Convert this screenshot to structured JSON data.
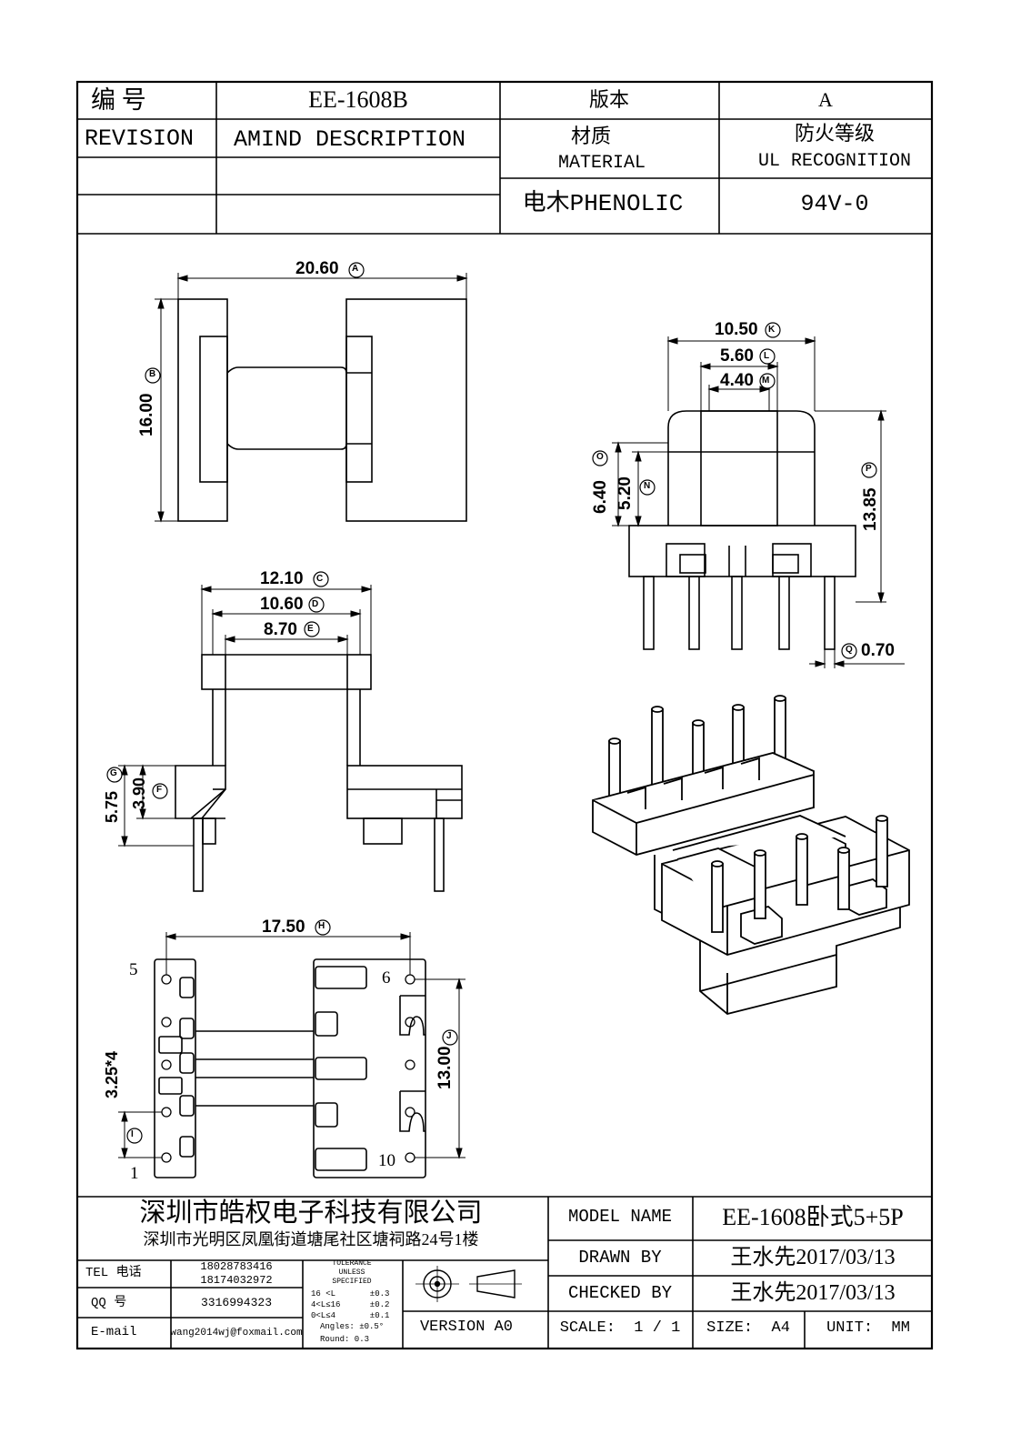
{
  "header": {
    "number_label": "编  号",
    "part_number": "EE-1608B",
    "version_label": "版本",
    "version_value": "A",
    "revision_label": "REVISION",
    "amind_label": "AMIND DESCRIPTION",
    "material_label_cn": "材质",
    "material_label_en": "MATERIAL",
    "fire_label_cn": "防火等级",
    "fire_label_en": "UL RECOGNITION",
    "material_value": "电木PHENOLIC",
    "fire_value": "94V-0"
  },
  "dimensions": {
    "top_width": "20.60",
    "top_width_mark": "A",
    "top_height": "16.00",
    "top_height_mark": "B",
    "front_w1": "12.10",
    "front_w1_mark": "C",
    "front_w2": "10.60",
    "front_w2_mark": "D",
    "front_w3": "8.70",
    "front_w3_mark": "E",
    "front_h1": "5.75",
    "front_h1_mark": "G",
    "front_h2": "3.90",
    "front_h2_mark": "F",
    "bottom_width": "17.50",
    "bottom_width_mark": "H",
    "pitch": "3.25*4",
    "pitch_mark": "I",
    "bottom_height": "13.00",
    "bottom_height_mark": "J",
    "side_w1": "10.50",
    "side_w1_mark": "K",
    "side_w2": "5.60",
    "side_w2_mark": "L",
    "side_w3": "4.40",
    "side_w3_mark": "M",
    "side_h1": "6.40",
    "side_h1_mark": "O",
    "side_h2": "5.20",
    "side_h2_mark": "N",
    "side_h3": "13.85",
    "side_h3_mark": "P",
    "pin_dia": "0.70",
    "pin_dia_mark": "Q",
    "pin_5": "5",
    "pin_6": "6",
    "pin_1": "1",
    "pin_10": "10"
  },
  "footer": {
    "company_name": "深圳市皓权电子科技有限公司",
    "company_address": "深圳市光明区凤凰街道塘尾社区塘祠路24号1楼",
    "tel_label": "TEL 电话",
    "tel_value_1": "18028783416",
    "tel_value_2": "18174032972",
    "qq_label": "QQ  号",
    "qq_value": "3316994323",
    "email_label": "E-mail",
    "email_value": "wang2014wj@foxmail.com",
    "tol_title_1": "TOLERANCE",
    "tol_title_2": "UNLESS",
    "tol_title_3": "SPECIFIED",
    "tol_row_1": "16 <L       ±0.3",
    "tol_row_2": "4<L≤16      ±0.2",
    "tol_row_3": "0<L≤4       ±0.1",
    "tol_row_4": "Angles: ±0.5°",
    "tol_row_5": "Round: 0.3",
    "version_text": "VERSION A0",
    "model_label": "MODEL NAME",
    "model_value": "EE-1608卧式5+5P",
    "drawn_label": "DRAWN BY",
    "drawn_value": "王水先2017/03/13",
    "checked_label": "CHECKED BY",
    "checked_value": "王水先2017/03/13",
    "scale_text": "SCALE:  1 / 1",
    "size_text": "SIZE:  A4",
    "unit_text": "UNIT:  MM"
  }
}
